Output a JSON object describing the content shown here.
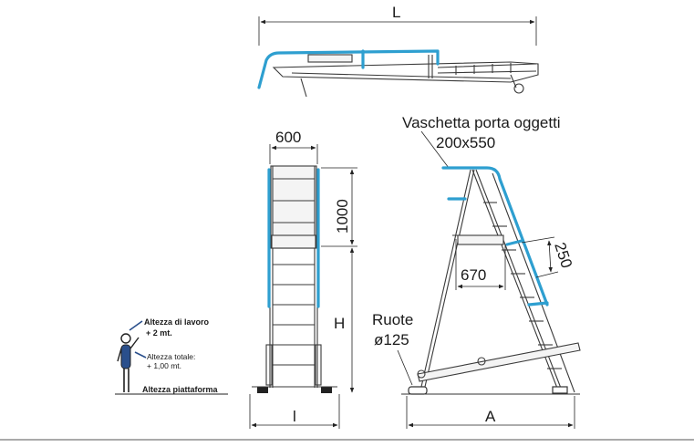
{
  "dimensions": {
    "L": "L",
    "width_600": "600",
    "height_1000": "1000",
    "H": "H",
    "l": "l",
    "A": "A",
    "depth_670": "670",
    "rise_250": "250",
    "tray_size": "200x550"
  },
  "labels": {
    "tray": "Vaschetta porta oggetti",
    "wheels": "Ruote",
    "wheel_diameter": "ø125"
  },
  "legend": {
    "working_height_title": "Altezza di lavoro",
    "working_height_value": "+ 2 mt.",
    "total_height_title": "Altezza totale:",
    "total_height_value": "+ 1,00 mt.",
    "platform_height": "Altezza piattaforma"
  },
  "colors": {
    "accent": "#2e9fd0",
    "figure_blue": "#2a4f8c",
    "line": "#3a3a3a"
  }
}
